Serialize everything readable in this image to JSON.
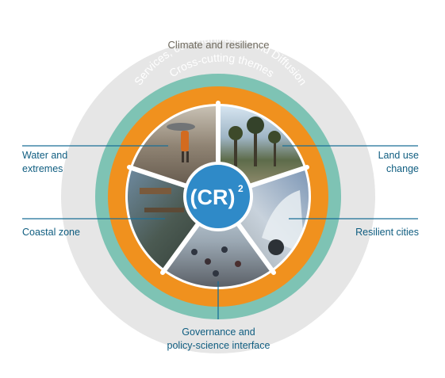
{
  "outer_ring_label": "Climate and resilience",
  "ring2_label": "Services, communication and Diffusion",
  "ring3_label": "Cross-cutting themes",
  "center": {
    "text": "(CR)",
    "superscript": "2"
  },
  "themes": [
    {
      "key": "water",
      "line1": "Water and",
      "line2": "extremes"
    },
    {
      "key": "coastal",
      "line1": "Coastal zone",
      "line2": ""
    },
    {
      "key": "land",
      "line1": "Land use",
      "line2": "change"
    },
    {
      "key": "cities",
      "line1": "Resilient cities",
      "line2": ""
    },
    {
      "key": "gov",
      "line1": "Governance and",
      "line2": "policy-science interface"
    }
  ],
  "colors": {
    "outer_ring": "#e6e6e6",
    "services_ring": "#7ec3b4",
    "cross_cutting_ring": "#f0911e",
    "center": "#2f8ac8",
    "leader_lines": "#1a6f97",
    "label_text": "#0f5d80"
  }
}
